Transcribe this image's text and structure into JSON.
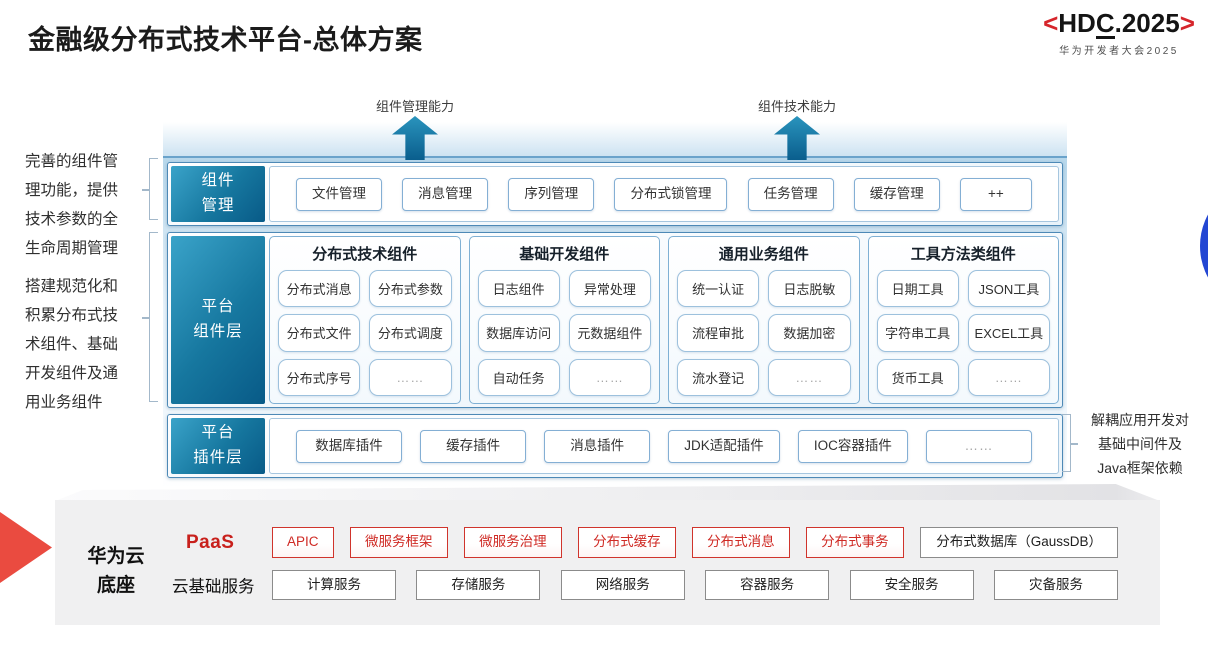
{
  "title": "金融级分布式技术平台-总体方案",
  "logo": {
    "left": "<",
    "hd": "HD",
    "c": "C",
    "rest": ".2025",
    "right": ">",
    "subtitle": "华为开发者大会2025"
  },
  "arrows": {
    "management": "组件管理能力",
    "technical": "组件技术能力"
  },
  "notes": {
    "left_top": "完善的组件管\n理功能，提供\n技术参数的全\n生命周期管理",
    "left_bottom": "搭建规范化和\n积累分布式技\n术组件、基础\n开发组件及通\n用业务组件",
    "right": "解耦应用开发对\n基础中间件及\nJava框架依赖"
  },
  "rows": {
    "management": {
      "label": "组件\n管理",
      "items": [
        "文件管理",
        "消息管理",
        "序列管理",
        "分布式锁管理",
        "任务管理",
        "缓存管理",
        "++"
      ]
    },
    "components": {
      "label": "平台\n组件层",
      "groups": [
        {
          "title": "分布式技术组件",
          "items": [
            "分布式消息",
            "分布式参数",
            "分布式文件",
            "分布式调度",
            "分布式序号",
            "……"
          ]
        },
        {
          "title": "基础开发组件",
          "items": [
            "日志组件",
            "异常处理",
            "数据库访问",
            "元数据组件",
            "自动任务",
            "……"
          ]
        },
        {
          "title": "通用业务组件",
          "items": [
            "统一认证",
            "日志脱敏",
            "流程审批",
            "数据加密",
            "流水登记",
            "……"
          ]
        },
        {
          "title": "工具方法类组件",
          "items": [
            "日期工具",
            "JSON工具",
            "字符串工具",
            "EXCEL工具",
            "货币工具",
            "……"
          ]
        }
      ]
    },
    "plugins": {
      "label": "平台\n插件层",
      "items": [
        "数据库插件",
        "缓存插件",
        "消息插件",
        "JDK适配插件",
        "IOC容器插件",
        "……"
      ]
    }
  },
  "foundation": {
    "label": "华为云\n底座",
    "paas": {
      "label": "PaaS",
      "items": [
        "APIC",
        "微服务框架",
        "微服务治理",
        "分布式缓存",
        "分布式消息",
        "分布式事务"
      ],
      "db": "分布式数据库（GaussDB）"
    },
    "cloud": {
      "label": "云基础服务",
      "items": [
        "计算服务",
        "存储服务",
        "网络服务",
        "容器服务",
        "安全服务",
        "灾备服务"
      ]
    }
  },
  "colors": {
    "teal_dark": "#0a5e8d",
    "teal_light": "#2a94bd",
    "row_border": "#4d89b6",
    "brand_red": "#d6252b",
    "paas_red": "#cf2a24",
    "chevron_red": "#ea4b40",
    "circle_blue": "#2447d3"
  }
}
